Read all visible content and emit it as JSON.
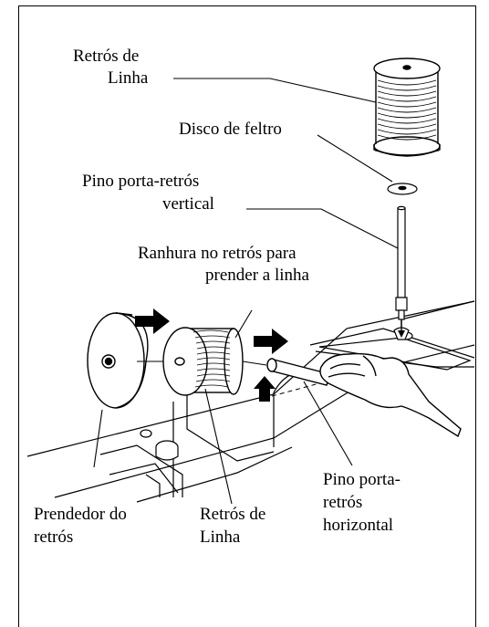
{
  "labels": {
    "top_spool_line1": "Retrós de",
    "top_spool_line2": "Linha",
    "felt_disc": "Disco de feltro",
    "vertical_pin_line1": "Pino porta-retrós",
    "vertical_pin_line2": "vertical",
    "slot_line1": "Ranhura no retrós para",
    "slot_line2": "prender a linha",
    "spool_cap_line1": "Prendedor do",
    "spool_cap_line2": "retrós",
    "bottom_spool_line1": "Retrós de",
    "bottom_spool_line2": "Linha",
    "horizontal_pin_line1": "Pino porta-",
    "horizontal_pin_line2": "retrós",
    "horizontal_pin_line3": "horizontal"
  },
  "icons": {
    "direction_arrows": "arrow-right-icon",
    "lift_arrow": "arrow-up-icon"
  },
  "colors": {
    "ink": "#000000",
    "background": "#ffffff"
  }
}
